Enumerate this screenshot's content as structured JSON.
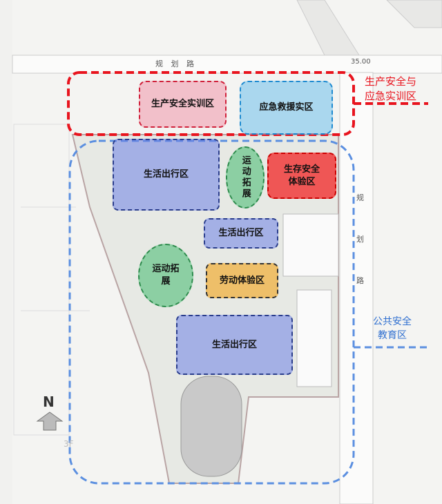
{
  "roads": {
    "top_name": "规 划 路",
    "top_elevation": "35.00",
    "right_chars": [
      "规",
      "划",
      "路"
    ]
  },
  "zones": {
    "production_training": "生产安全实训区",
    "emergency_rescue": "应急救援实区",
    "life_travel_1": "生活出行区",
    "life_travel_2": "生活出行区",
    "life_travel_3": "生活出行区",
    "sport_1": "运动拓展",
    "sport_2": "运动拓展",
    "survival": "生存安全体验区",
    "labor": "劳动体验区"
  },
  "groups": {
    "production_group": [
      "生产安全与",
      "应急实训区"
    ],
    "public_group": [
      "公共安全",
      "教育区"
    ]
  },
  "compass": {
    "label": "N"
  },
  "building_label": "3F",
  "colors": {
    "red_group": "#e8141e",
    "blue_group": "#5b8fe0",
    "life": "#6e82e6",
    "sport": "#50be78",
    "survival": "#f04040",
    "labor": "#f0b040"
  }
}
